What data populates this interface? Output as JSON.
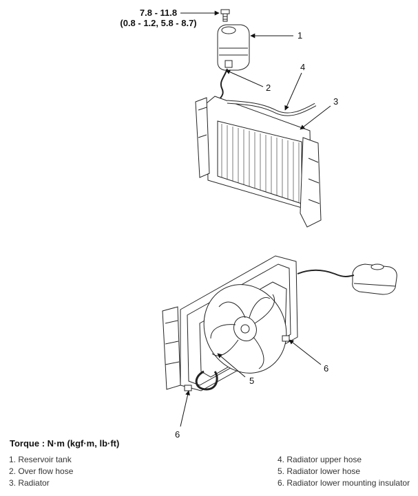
{
  "torque": {
    "value_nm": "7.8 - 11.8",
    "value_alt": "(0.8 - 1.2, 5.8 - 8.7)"
  },
  "callouts": [
    "1",
    "2",
    "3",
    "4",
    "5",
    "6",
    "6"
  ],
  "legend": {
    "title": "Torque : N·m (kgf·m, lb·ft)",
    "items": [
      "1. Reservoir tank",
      "2. Over flow hose",
      "3. Radiator",
      "4. Radiator upper hose",
      "5. Radiator lower hose",
      "6. Radiator lower mounting insulator"
    ]
  }
}
